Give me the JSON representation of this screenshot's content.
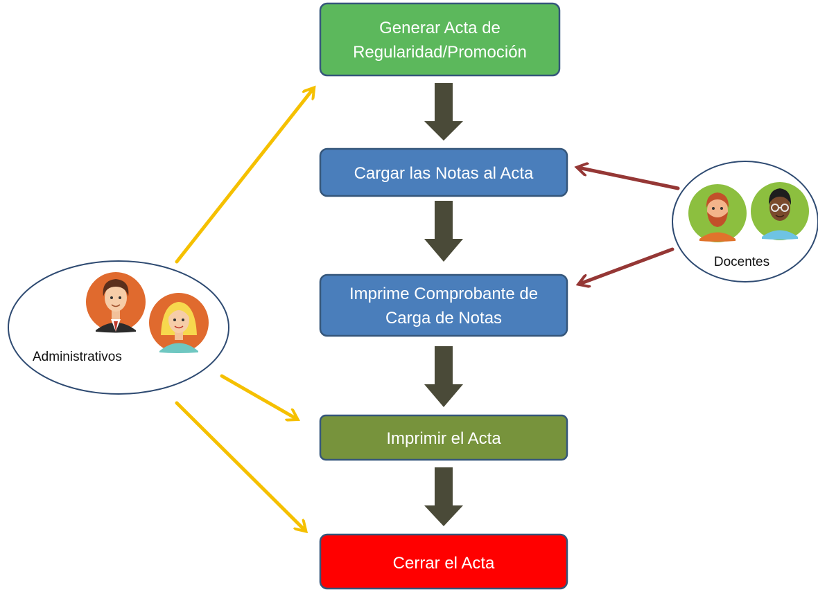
{
  "steps": [
    {
      "lines": [
        "Generar Acta de",
        "Regularidad/Promoción"
      ],
      "color": "#5cb85c"
    },
    {
      "lines": [
        "Cargar las Notas al Acta"
      ],
      "color": "#4a7ebb"
    },
    {
      "lines": [
        "Imprime Comprobante de",
        "Carga de Notas"
      ],
      "color": "#4a7ebb"
    },
    {
      "lines": [
        "Imprimir el Acta"
      ],
      "color": "#77933c"
    },
    {
      "lines": [
        "Cerrar el Acta"
      ],
      "color": "#ff0000"
    }
  ],
  "actors": {
    "administrativos": {
      "label": "Administrativos",
      "arrow_color": "#f5c000"
    },
    "docentes": {
      "label": "Docentes",
      "arrow_color": "#953735"
    }
  },
  "colors": {
    "box_border": "#35567a",
    "flow_arrow": "#4a4a38",
    "actor_border": "#2f4b72"
  }
}
